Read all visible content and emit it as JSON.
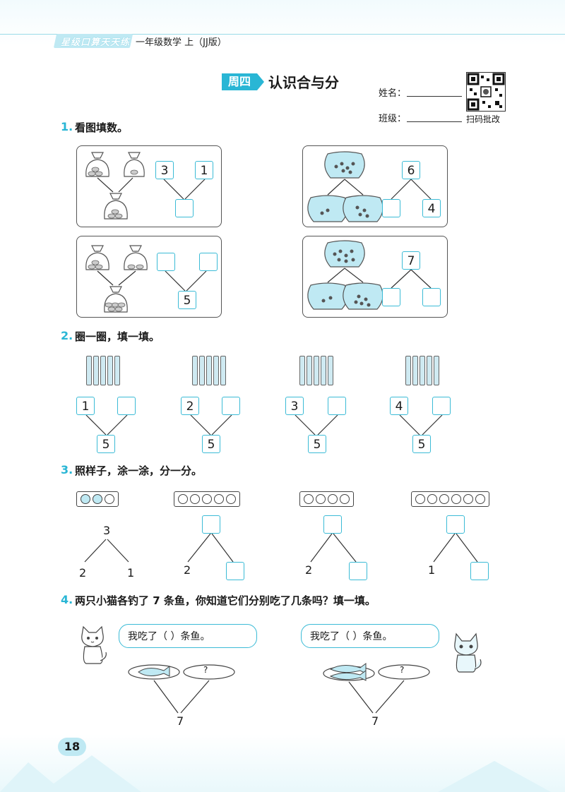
{
  "header": {
    "series": "星级口算天天练",
    "subject": "一年级数学 上（JJ版）"
  },
  "lesson": {
    "day": "周四",
    "title": "认识合与分",
    "name_label": "姓名：",
    "class_label": "班级：",
    "qr_caption": "扫码批改"
  },
  "q1": {
    "num": "1.",
    "text": "看图填数。",
    "panels": [
      {
        "top_left": "3",
        "top_right": "1",
        "bottom": ""
      },
      {
        "top": "6",
        "bottom_left": "",
        "bottom_right": "4"
      },
      {
        "top_left": "",
        "top_right": "",
        "bottom": "5"
      },
      {
        "top": "7",
        "bottom_left": "",
        "bottom_right": ""
      }
    ]
  },
  "q2": {
    "num": "2.",
    "text": "圈一圈，填一填。",
    "groups": [
      {
        "left": "1",
        "right": "",
        "bottom": "5"
      },
      {
        "left": "2",
        "right": "",
        "bottom": "5"
      },
      {
        "left": "3",
        "right": "",
        "bottom": "5"
      },
      {
        "left": "4",
        "right": "",
        "bottom": "5"
      }
    ]
  },
  "q3": {
    "num": "3.",
    "text": "照样子，涂一涂，分一分。",
    "groups": [
      {
        "circles": 3,
        "filled": 2,
        "top": "3",
        "left": "2",
        "right": "1"
      },
      {
        "circles": 5,
        "filled": 0,
        "top": "",
        "left": "2",
        "right": ""
      },
      {
        "circles": 4,
        "filled": 0,
        "top": "",
        "left": "2",
        "right": ""
      },
      {
        "circles": 6,
        "filled": 0,
        "top": "",
        "left": "1",
        "right": ""
      }
    ]
  },
  "q4": {
    "num": "4.",
    "text": "两只小猫各钓了 7 条鱼，你知道它们分别吃了几条吗？填一填。",
    "bubble_left": "我吃了（      ）条鱼。",
    "bubble_right": "我吃了（      ）条鱼。",
    "question_mark": "?",
    "total_left": "7",
    "total_right": "7"
  },
  "page_number": "18",
  "colors": {
    "accent": "#29b6d5",
    "box_border": "#3bbbd6",
    "light": "#bfe9f3"
  }
}
